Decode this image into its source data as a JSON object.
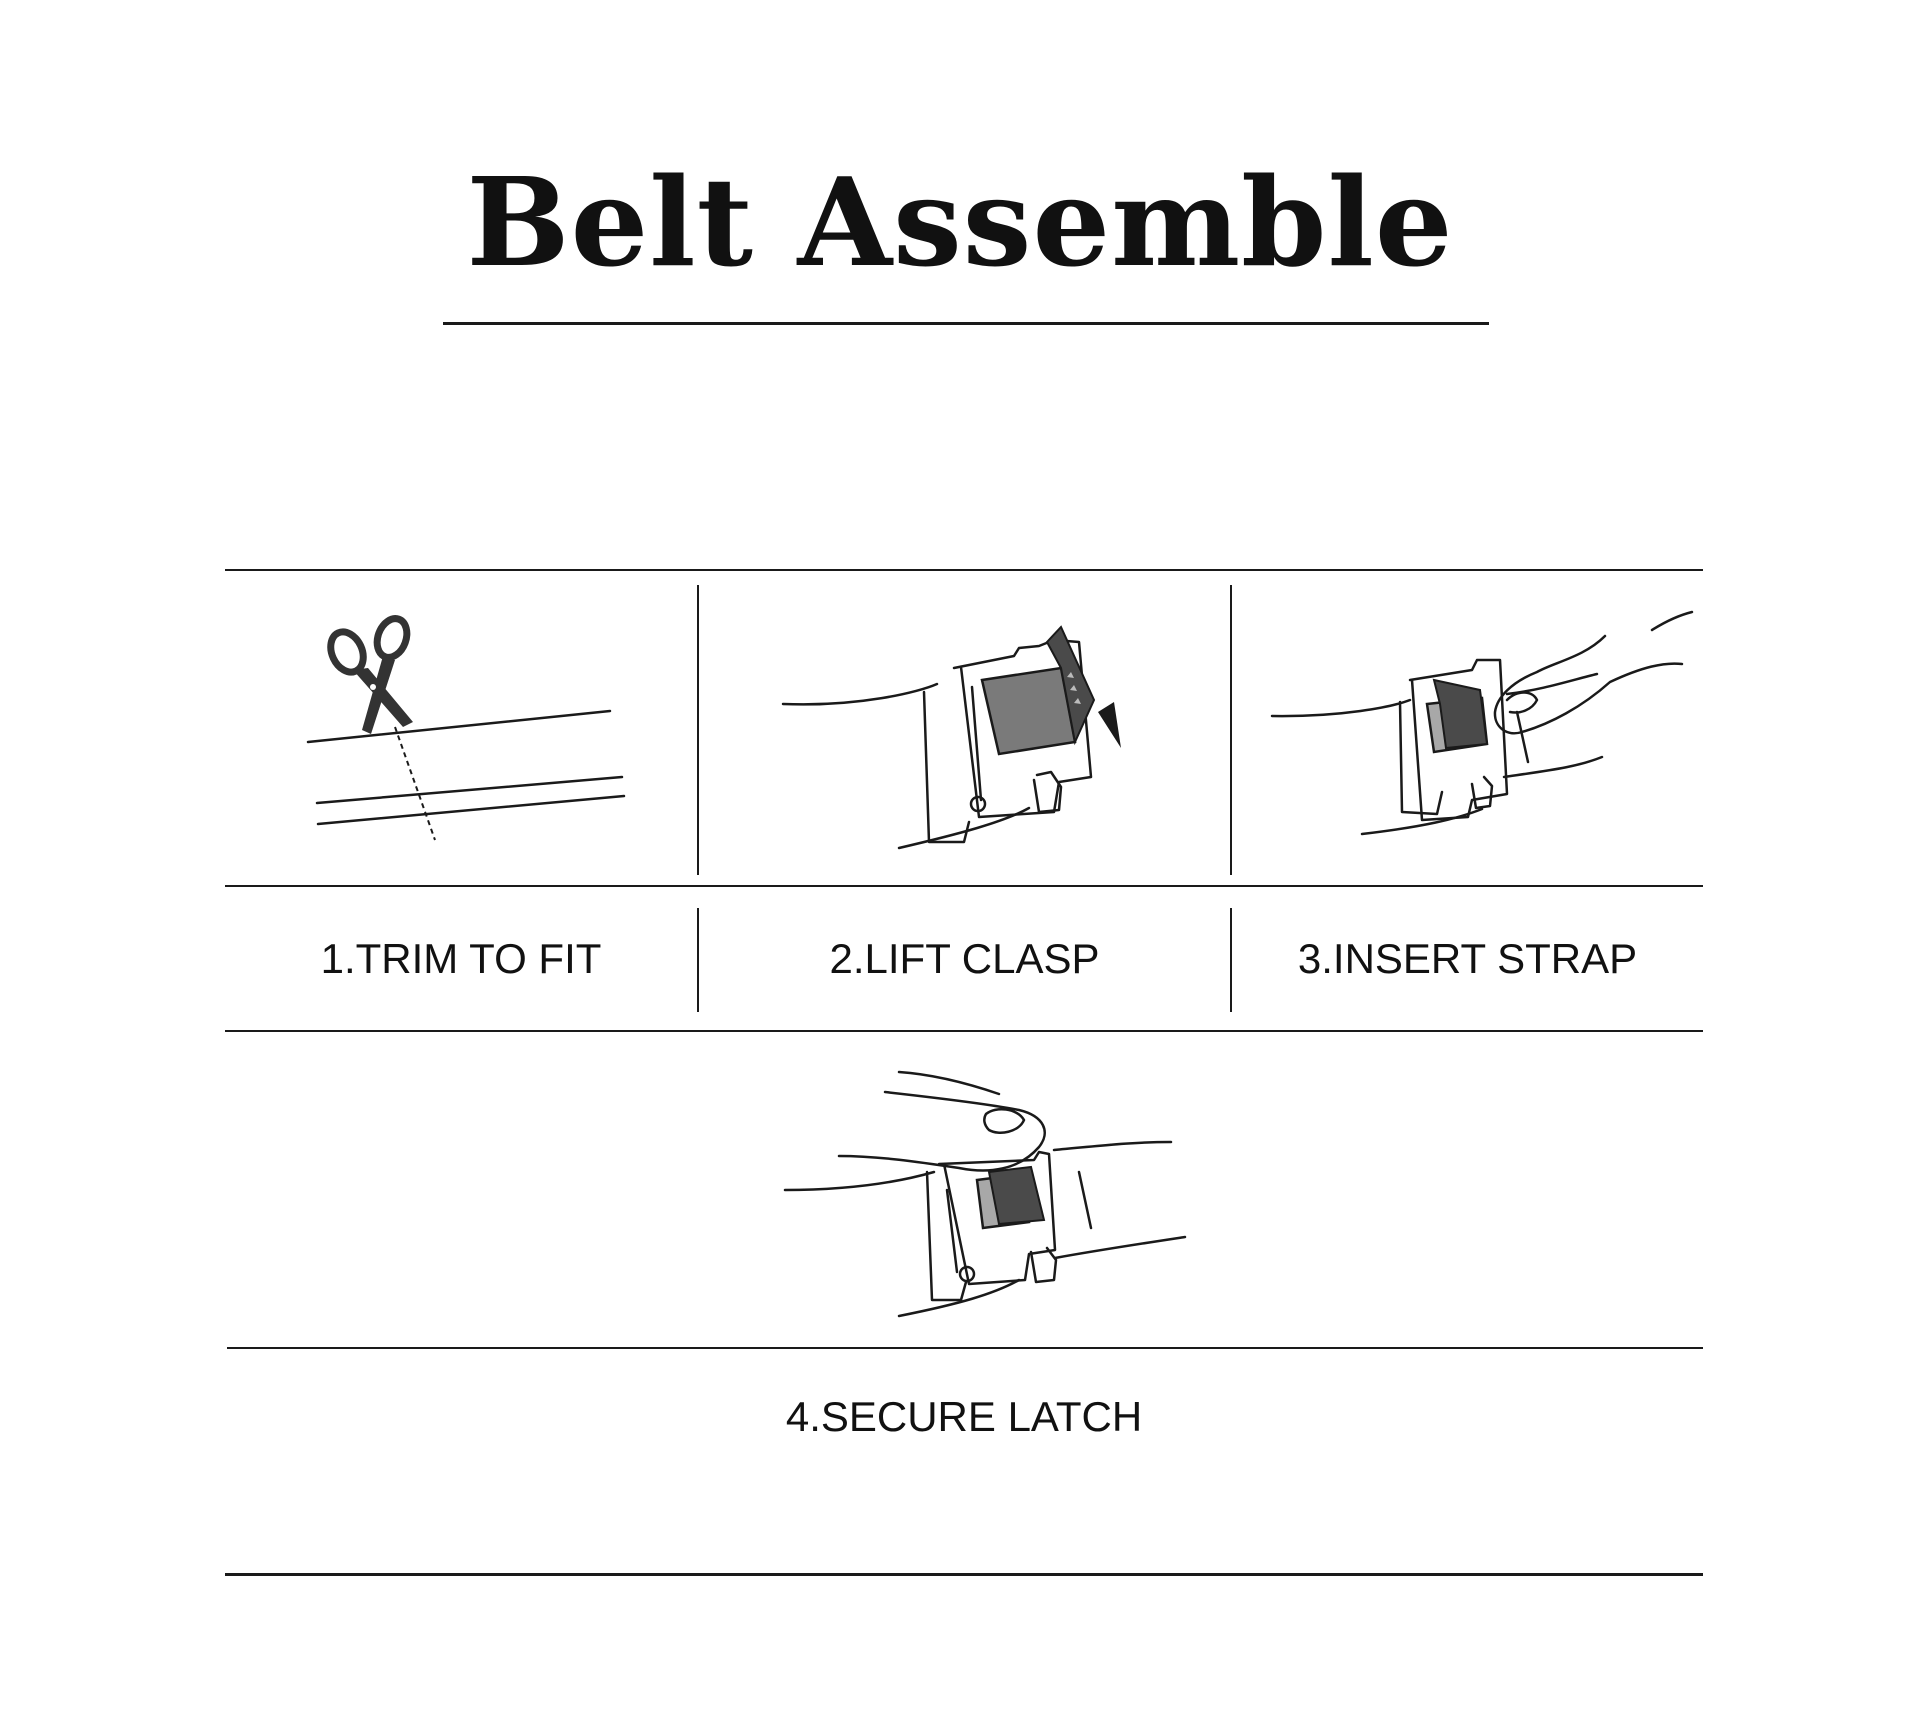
{
  "title": "Belt  Assemble",
  "colors": {
    "ink": "#1a1a1a",
    "clasp_dark": "#4a4a4a",
    "clasp_mid": "#7a7a7a",
    "clasp_light": "#a8a8a8"
  },
  "steps": [
    {
      "label": "1.TRIM TO FIT",
      "icon": "scissors-icon"
    },
    {
      "label": "2.LIFT CLASP",
      "icon": "buckle-lifted-icon"
    },
    {
      "label": "3.INSERT STRAP",
      "icon": "buckle-insert-icon"
    },
    {
      "label": "4.SECURE LATCH",
      "icon": "buckle-press-icon"
    }
  ]
}
